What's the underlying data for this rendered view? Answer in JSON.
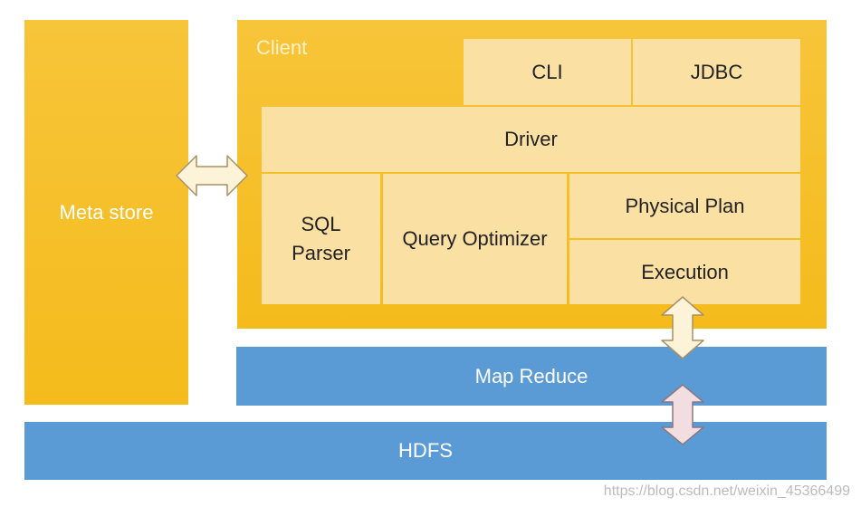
{
  "metastore": {
    "label": "Meta store"
  },
  "client": {
    "label": "Client",
    "cli": "CLI",
    "jdbc": "JDBC",
    "driver": "Driver",
    "sql_parser": [
      "SQL",
      "Parser"
    ],
    "query_optimizer": "Query Optimizer",
    "physical_plan": "Physical Plan",
    "execution": "Execution"
  },
  "mapreduce": {
    "label": "Map Reduce"
  },
  "hdfs": {
    "label": "HDFS"
  },
  "watermark": "https://blog.csdn.net/weixin_45366499",
  "colors": {
    "gold": "#f6be24",
    "light_gold": "#fbe0a4",
    "blue": "#5b9bd5",
    "arrow_fill_light": "#fdf3d8",
    "arrow_fill_pink": "#f2dde0"
  }
}
